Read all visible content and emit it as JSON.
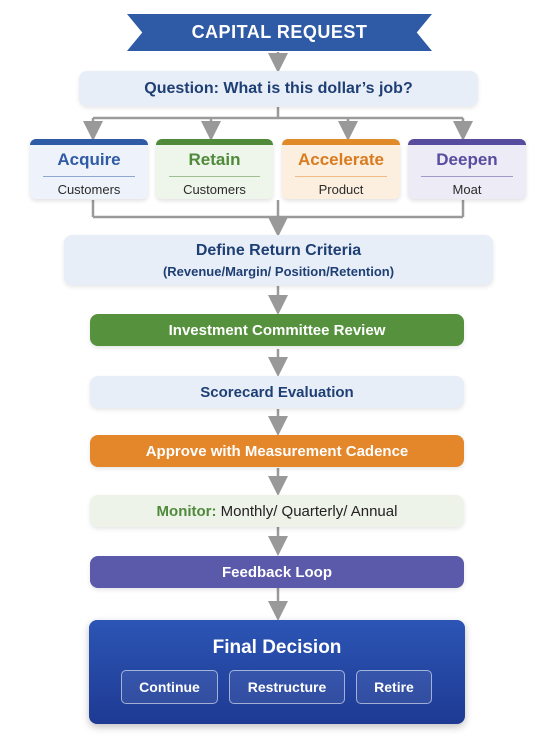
{
  "title": "CAPITAL REQUEST",
  "question": "Question: What is this dollar’s job?",
  "categories": [
    {
      "title": "Acquire",
      "subtitle": "Customers",
      "color": "#2f5aa5",
      "bg": "#eef3fb"
    },
    {
      "title": "Retain",
      "subtitle": "Customers",
      "color": "#4f8a3a",
      "bg": "#eef5ea"
    },
    {
      "title": "Accelerate",
      "subtitle": "Product",
      "color": "#d97b1e",
      "bg": "#fcefdf"
    },
    {
      "title": "Deepen",
      "subtitle": "Moat",
      "color": "#574c9e",
      "bg": "#ecebf6"
    }
  ],
  "criteria": {
    "line1": "Define Return Criteria",
    "line2": "(Revenue/Margin/ Position/Retention)"
  },
  "steps": {
    "committee": "Investment Committee Review",
    "scorecard": "Scorecard Evaluation",
    "approve": "Approve with Measurement Cadence",
    "monitor_label": "Monitor:",
    "monitor_value": " Monthly/ Quarterly/ Annual",
    "feedback": "Feedback Loop"
  },
  "final": {
    "title": "Final Decision",
    "options": [
      "Continue",
      "Restructure",
      "Retire"
    ]
  },
  "colors": {
    "primary_blue": "#2f5aa5",
    "green": "#4f8a3a",
    "orange": "#e08a2a",
    "purple": "#5a59aa",
    "light_panel": "#e8eef8",
    "connector": "#9a9a9a",
    "final_blue": "#1e3a93"
  }
}
